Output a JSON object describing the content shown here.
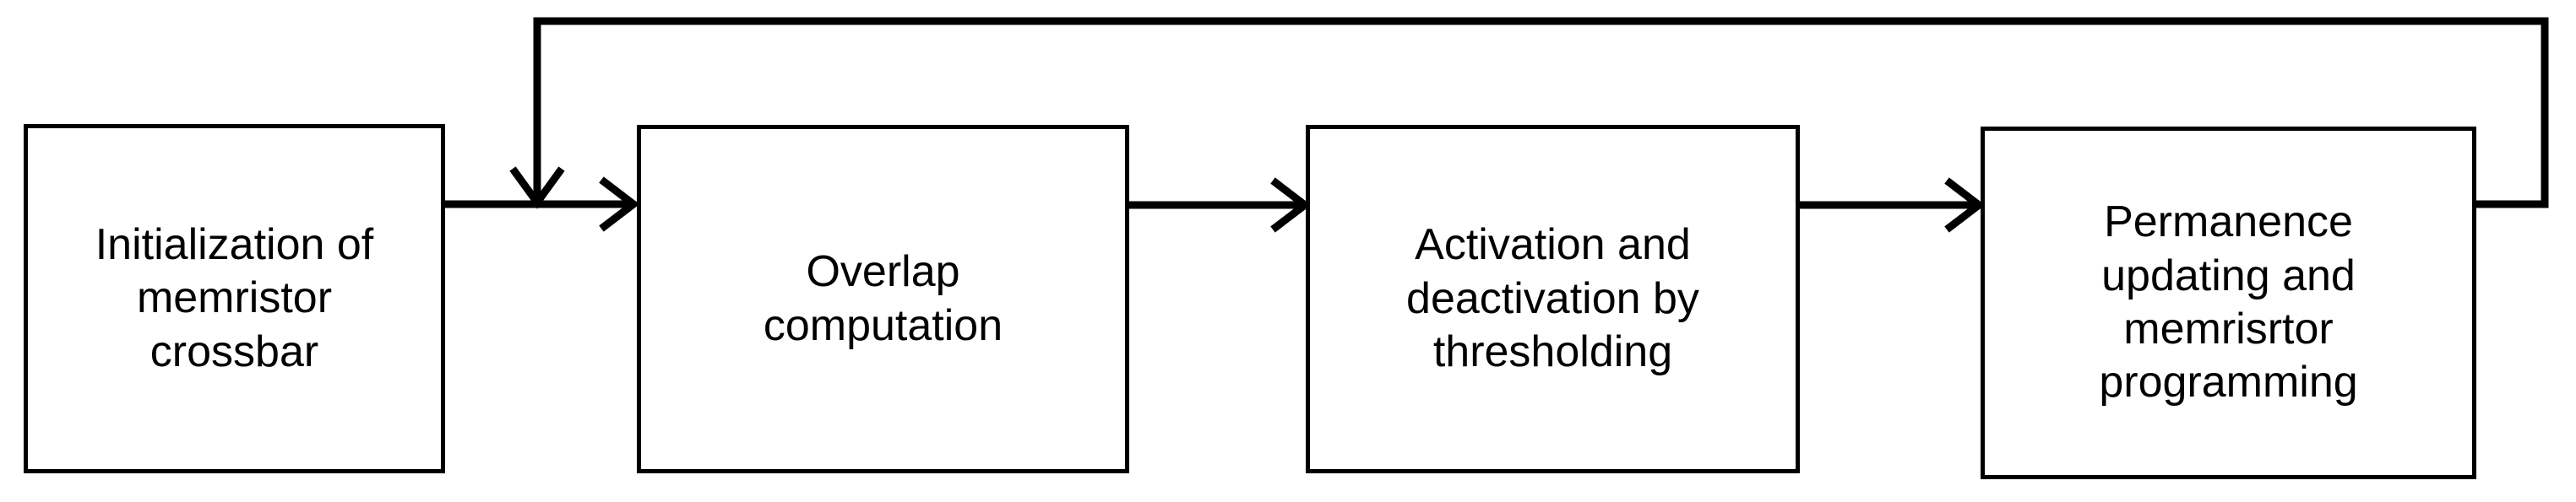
{
  "diagram": {
    "type": "flowchart",
    "orientation": "left-to-right",
    "title": "",
    "stroke_color": "#000000",
    "background_color": "#ffffff",
    "nodes": [
      {
        "id": "initialization",
        "label": "Initialization of\nmemristor\ncrossbar",
        "lines": [
          "Initialization of",
          "memristor",
          "crossbar"
        ],
        "order": 1
      },
      {
        "id": "overlap",
        "label": "Overlap\ncomputation",
        "lines": [
          "Overlap",
          "computation"
        ],
        "order": 2
      },
      {
        "id": "activation",
        "label": "Activation and\ndeactivation by\nthresholding",
        "lines": [
          "Activation and",
          "deactivation by",
          "thresholding"
        ],
        "order": 3
      },
      {
        "id": "permanence",
        "label": "Permanence\nupdating and\nmemrisrtor\nprogramming",
        "lines": [
          "Permanence",
          "updating and",
          "memrisrtor",
          "programming"
        ],
        "order": 4
      }
    ],
    "edges": [
      {
        "id": "edge-init-to-overlap",
        "from": "initialization",
        "to": "overlap",
        "label": "",
        "style": "solid-arrow"
      },
      {
        "id": "edge-overlap-to-activation",
        "from": "overlap",
        "to": "activation",
        "label": "",
        "style": "solid-arrow"
      },
      {
        "id": "edge-activation-to-permanence",
        "from": "activation",
        "to": "permanence",
        "label": "",
        "style": "solid-arrow"
      },
      {
        "id": "edge-permanence-feedback",
        "from": "permanence",
        "to": "overlap",
        "label": "",
        "style": "solid-arrow-feedback-loop"
      }
    ]
  }
}
